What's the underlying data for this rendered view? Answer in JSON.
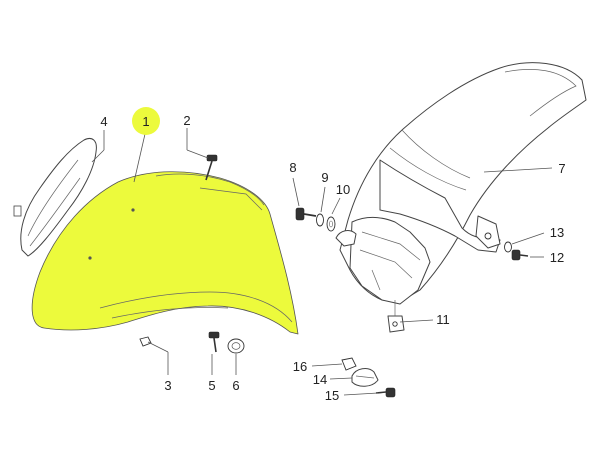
{
  "diagram": {
    "highlight_color": "#ecfa3c",
    "callouts": [
      {
        "id": "c1",
        "label": "1",
        "highlighted": true
      },
      {
        "id": "c2",
        "label": "2"
      },
      {
        "id": "c3",
        "label": "3"
      },
      {
        "id": "c4",
        "label": "4"
      },
      {
        "id": "c5",
        "label": "5"
      },
      {
        "id": "c6",
        "label": "6"
      },
      {
        "id": "c7",
        "label": "7"
      },
      {
        "id": "c8",
        "label": "8"
      },
      {
        "id": "c9",
        "label": "9"
      },
      {
        "id": "c10",
        "label": "10"
      },
      {
        "id": "c11",
        "label": "11"
      },
      {
        "id": "c12",
        "label": "12"
      },
      {
        "id": "c13",
        "label": "13"
      },
      {
        "id": "c14",
        "label": "14"
      },
      {
        "id": "c15",
        "label": "15"
      },
      {
        "id": "c16",
        "label": "16"
      }
    ]
  }
}
